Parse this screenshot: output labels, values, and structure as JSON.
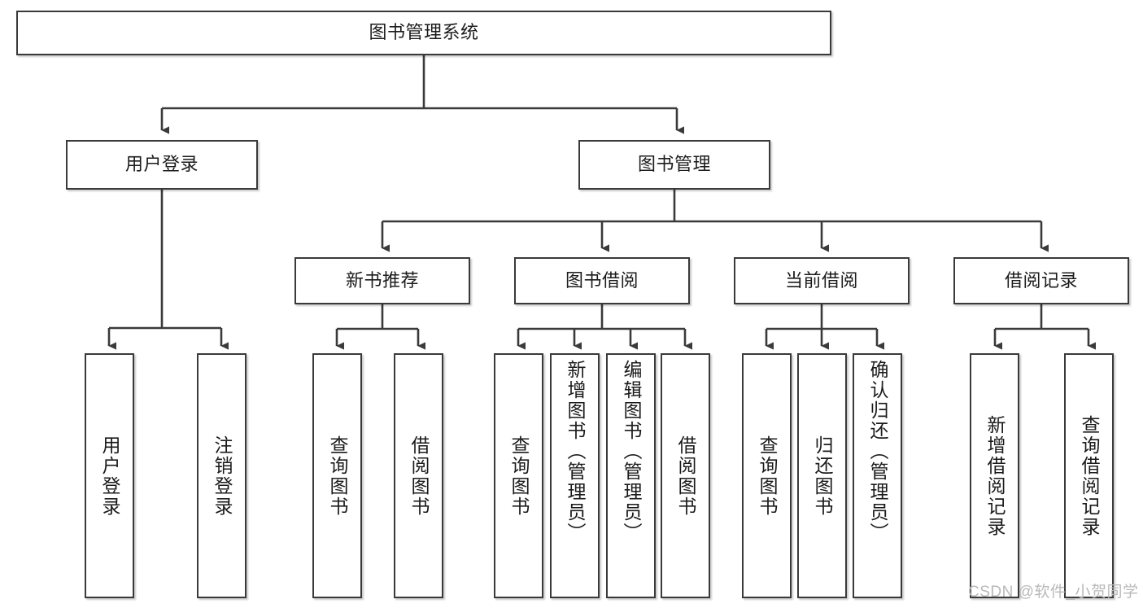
{
  "diagram": {
    "type": "tree-flowchart",
    "title": "图书管理系统",
    "orientation": "top-down",
    "watermark": "CSDN @软件_小贺同学",
    "colors": {
      "box_border": "#3a3a3a",
      "box_fill": "#ffffff",
      "connector": "#333333",
      "text": "#1b1b1b",
      "watermark": "#b9b9b9"
    },
    "nodes": {
      "root": {
        "label": "图书管理系统",
        "level": 0,
        "orientation": "horizontal"
      },
      "n_user_login": {
        "label": "用户登录",
        "level": 1,
        "orientation": "horizontal"
      },
      "n_book_mgmt": {
        "label": "图书管理",
        "level": 1,
        "orientation": "horizontal"
      },
      "n_new_book_rec": {
        "label": "新书推荐",
        "level": 2,
        "orientation": "horizontal"
      },
      "n_book_borrow": {
        "label": "图书借阅",
        "level": 2,
        "orientation": "horizontal"
      },
      "n_current_borrow": {
        "label": "当前借阅",
        "level": 2,
        "orientation": "horizontal"
      },
      "n_borrow_record": {
        "label": "借阅记录",
        "level": 2,
        "orientation": "horizontal"
      },
      "l_user_login": {
        "label": "用户登录",
        "level": 3,
        "orientation": "vertical"
      },
      "l_user_logout": {
        "label": "注销登录",
        "level": 3,
        "orientation": "vertical"
      },
      "l_query_book_1": {
        "label": "查询图书",
        "level": 3,
        "orientation": "vertical"
      },
      "l_borrow_book_1": {
        "label": "借阅图书",
        "level": 3,
        "orientation": "vertical"
      },
      "l_query_book_2": {
        "label": "查询图书",
        "level": 3,
        "orientation": "vertical"
      },
      "l_add_book": {
        "label": "新增图书（管理员）",
        "level": 3,
        "orientation": "vertical"
      },
      "l_edit_book": {
        "label": "编辑图书（管理员）",
        "level": 3,
        "orientation": "vertical"
      },
      "l_borrow_book_2": {
        "label": "借阅图书",
        "level": 3,
        "orientation": "vertical"
      },
      "l_query_book_3": {
        "label": "查询图书",
        "level": 3,
        "orientation": "vertical"
      },
      "l_return_book": {
        "label": "归还图书",
        "level": 3,
        "orientation": "vertical"
      },
      "l_confirm_return": {
        "label": "确认归还（管理员）",
        "level": 3,
        "orientation": "vertical"
      },
      "l_add_record": {
        "label": "新增借阅记录",
        "level": 3,
        "orientation": "vertical"
      },
      "l_query_record": {
        "label": "查询借阅记录",
        "level": 3,
        "orientation": "vertical"
      }
    },
    "edges": [
      {
        "from": "root",
        "to": "n_user_login"
      },
      {
        "from": "root",
        "to": "n_book_mgmt"
      },
      {
        "from": "n_user_login",
        "to": "l_user_login"
      },
      {
        "from": "n_user_login",
        "to": "l_user_logout"
      },
      {
        "from": "n_book_mgmt",
        "to": "n_new_book_rec"
      },
      {
        "from": "n_book_mgmt",
        "to": "n_book_borrow"
      },
      {
        "from": "n_book_mgmt",
        "to": "n_current_borrow"
      },
      {
        "from": "n_book_mgmt",
        "to": "n_borrow_record"
      },
      {
        "from": "n_new_book_rec",
        "to": "l_query_book_1"
      },
      {
        "from": "n_new_book_rec",
        "to": "l_borrow_book_1"
      },
      {
        "from": "n_book_borrow",
        "to": "l_query_book_2"
      },
      {
        "from": "n_book_borrow",
        "to": "l_add_book"
      },
      {
        "from": "n_book_borrow",
        "to": "l_edit_book"
      },
      {
        "from": "n_book_borrow",
        "to": "l_borrow_book_2"
      },
      {
        "from": "n_current_borrow",
        "to": "l_query_book_3"
      },
      {
        "from": "n_current_borrow",
        "to": "l_return_book"
      },
      {
        "from": "n_current_borrow",
        "to": "l_confirm_return"
      },
      {
        "from": "n_borrow_record",
        "to": "l_add_record"
      },
      {
        "from": "n_borrow_record",
        "to": "l_query_record"
      }
    ]
  }
}
